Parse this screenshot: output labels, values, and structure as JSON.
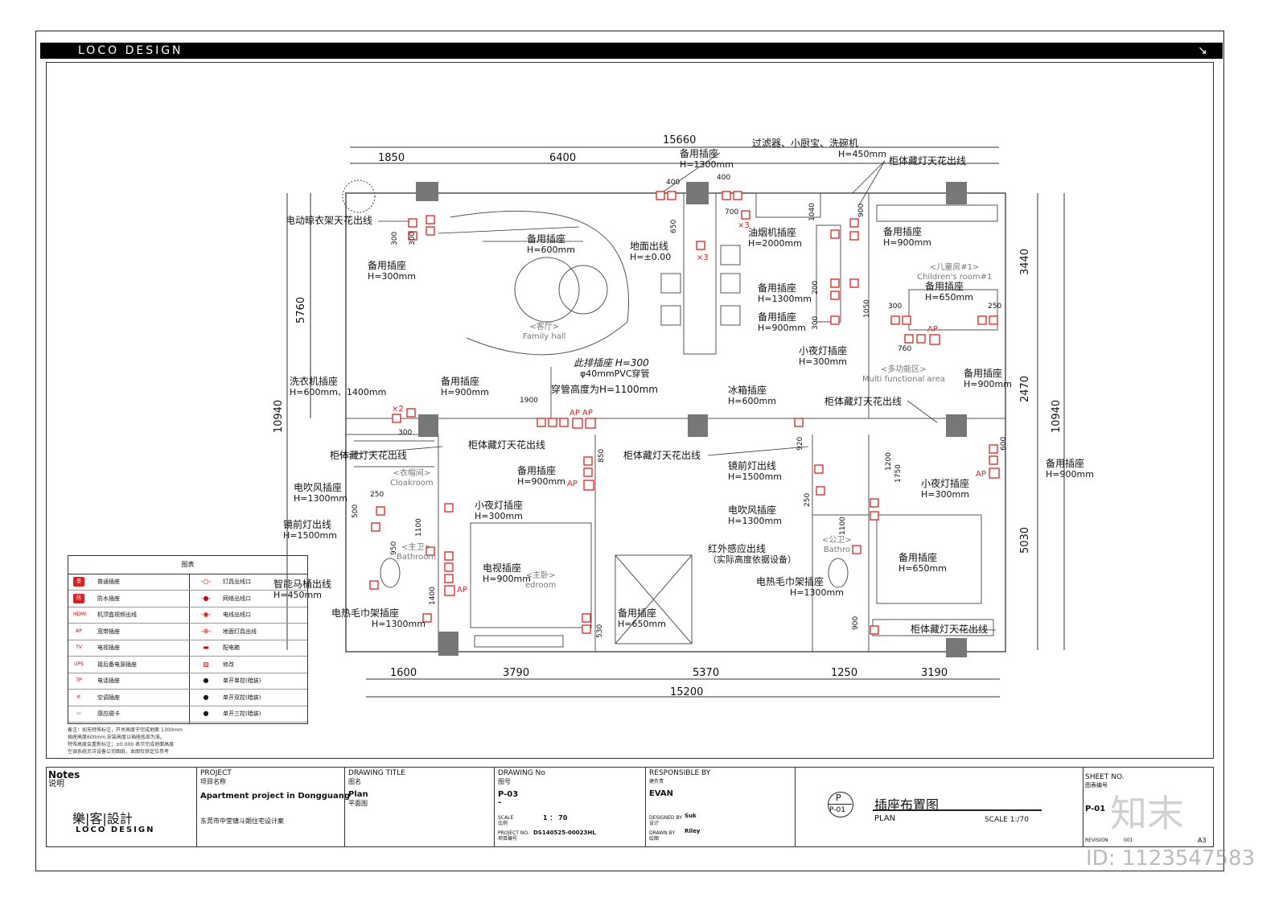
{
  "header": {
    "brand": "LOCO DESIGN",
    "corner_mark": "↘"
  },
  "dimensions": {
    "top_total": "15660",
    "top_segments": [
      "1850",
      "6400"
    ],
    "bottom_total": "15200",
    "bottom_segments": [
      "1600",
      "3790",
      "5370",
      "1250",
      "3190"
    ],
    "left_total": "10940",
    "left_segment": "5760",
    "right_total": "10940",
    "right_segments": [
      "3440",
      "2470",
      "5030"
    ]
  },
  "rooms": {
    "family_hall": {
      "cn": "<客厅>",
      "en": "Family hall"
    },
    "childrens_room": {
      "cn": "<儿童房#1>",
      "en": "Children's room#1"
    },
    "multi_area": {
      "cn": "<多功能区>",
      "en": "Multi functional area"
    },
    "cloakroom": {
      "cn": "<衣帽间>",
      "en": "Cloakroom"
    },
    "master_bath": {
      "cn": "<主卫>",
      "en": "Bathroom"
    },
    "master_bedroom": {
      "cn": "<主卧>",
      "en": "edroom"
    },
    "public_bath": {
      "cn": "<公卫>",
      "en": "Bathro"
    }
  },
  "annotations": [
    {
      "text": "电动晾衣架天花出线",
      "h": ""
    },
    {
      "text": "备用插座",
      "h": "H=300mm"
    },
    {
      "text": "备用插座",
      "h": "H=600mm"
    },
    {
      "text": "备用插座",
      "h": "H=1300mm"
    },
    {
      "text": "地面出线",
      "h": "H=±0.00"
    },
    {
      "text": "过滤器、小厨宝、洗碗机",
      "h": "H=450mm"
    },
    {
      "text": "油烟机插座",
      "h": "H=2000mm"
    },
    {
      "text": "柜体藏灯天花出线",
      "h": ""
    },
    {
      "text": "备用插座",
      "h": "H=900mm"
    },
    {
      "text": "备用插座",
      "h": "H=1300mm"
    },
    {
      "text": "备用插座",
      "h": "H=900mm"
    },
    {
      "text": "备用插座",
      "h": "H=650mm"
    },
    {
      "text": "小夜灯插座",
      "h": "H=300mm"
    },
    {
      "text": "备用插座",
      "h": "H=900mm"
    },
    {
      "text": "此排插座 H=300",
      "h": "φ40mmPVC穿管"
    },
    {
      "text": "穿管高度为H=1100mm",
      "h": ""
    },
    {
      "text": "洗衣机插座",
      "h": "H=600mm、1400mm"
    },
    {
      "text": "备用插座",
      "h": "H=900mm"
    },
    {
      "text": "冰箱插座",
      "h": "H=600mm"
    },
    {
      "text": "柜体藏灯天花出线",
      "h": ""
    },
    {
      "text": "柜体藏灯天花出线",
      "h": ""
    },
    {
      "text": "柜体藏灯天花出线",
      "h": ""
    },
    {
      "text": "柜体藏灯天花出线",
      "h": ""
    },
    {
      "text": "备用插座",
      "h": "H=900mm"
    },
    {
      "text": "镜前灯出线",
      "h": "H=1500mm"
    },
    {
      "text": "备用插座",
      "h": "H=900mm"
    },
    {
      "text": "电吹风插座",
      "h": "H=1300mm"
    },
    {
      "text": "小夜灯插座",
      "h": "H=300mm"
    },
    {
      "text": "小夜灯插座",
      "h": "H=300mm"
    },
    {
      "text": "电吹风插座",
      "h": "H=1300mm"
    },
    {
      "text": "镜前灯出线",
      "h": "H=1500mm"
    },
    {
      "text": "红外感应出线",
      "h": "（实际高度依据设备）"
    },
    {
      "text": "电视插座",
      "h": "H=900mm"
    },
    {
      "text": "电热毛巾架插座",
      "h": "H=1300mm"
    },
    {
      "text": "备用插座",
      "h": "H=650mm"
    },
    {
      "text": "智能马桶出线",
      "h": "H=450mm"
    },
    {
      "text": "电热毛巾架插座",
      "h": "H=1300mm"
    },
    {
      "text": "备用插座",
      "h": "H=650mm"
    },
    {
      "text": "柜体藏灯天花出线",
      "h": ""
    }
  ],
  "small_dims": [
    "400",
    "400",
    "700",
    "650",
    "1040",
    "900",
    "300",
    "300",
    "200",
    "300",
    "1050",
    "300",
    "250",
    "760",
    "1900",
    "300",
    "250",
    "500",
    "1100",
    "950",
    "850",
    "920",
    "250",
    "1400",
    "530",
    "1200",
    "1750",
    "600",
    "1100",
    "900",
    "×2",
    "×3",
    "×3",
    "AP",
    "AP AP",
    "AP",
    "AP",
    "AP"
  ],
  "legend": {
    "title": "图表",
    "left_items": [
      {
        "sym": "普",
        "label": "普通插座"
      },
      {
        "sym": "防",
        "label": "防水插座"
      },
      {
        "sym": "HDMI",
        "label": "机顶盒视频出线"
      },
      {
        "sym": "AP",
        "label": "宽带插座"
      },
      {
        "sym": "TV",
        "label": "电视插座"
      },
      {
        "sym": "UPS",
        "label": "接后备电源插座"
      },
      {
        "sym": "TP",
        "label": "电话插座"
      },
      {
        "sym": "K",
        "label": "空调插座"
      },
      {
        "sym": "▭",
        "label": "感应磁卡"
      }
    ],
    "right_items": [
      {
        "sym": "-○-",
        "label": "灯具出线口"
      },
      {
        "sym": "-●-",
        "label": "网络出线口"
      },
      {
        "sym": "-◉-",
        "label": "电线出线口"
      },
      {
        "sym": "-⊕-",
        "label": "地面灯具出线"
      },
      {
        "sym": "▬",
        "label": "配电箱"
      },
      {
        "sym": "▨",
        "label": "修改"
      },
      {
        "sym": "●",
        "label": "单开单控(暗装)"
      },
      {
        "sym": "●",
        "label": "单开双控(暗装)"
      },
      {
        "sym": "●",
        "label": "单开三控(暗装)"
      }
    ]
  },
  "notes_text": "备注：如无特殊标注，开关高度于完成地面 1300mm\n插座高度600mm,安装高度以插座底部为准。\n特殊高度会重新标注；±0.000 表示完成地面高度\n空调系统另详设备公司图纸，本图仅供定位参考",
  "title_block": {
    "notes_en": "Notes",
    "notes_cn": "说明",
    "logo_cn": "樂|客|設計",
    "logo_en": "LOCO DESIGN",
    "project_en": "PROJECT",
    "project_cn": "项目名称",
    "project_name": "Apartment project in Dongguang",
    "project_name_cn": "东莞市中堂镇斗朗住宅设计案",
    "drawing_title_en": "DRAWING  TITLE",
    "drawing_title_cn": "图名",
    "drawing_title": "Plan",
    "drawing_title_sub": "平面图",
    "drawing_no_en": "DRAWING No",
    "drawing_no_cn": "图号",
    "drawing_no": "P-03",
    "drawing_no_dash": "-",
    "scale_label": "SCALE",
    "scale_cn": "比例",
    "scale": "1 ： 70",
    "project_no_label": "PROJECT NO.",
    "project_no_cn": "项目编号",
    "project_no": "DS140525-00023HL",
    "responsible_en": "RESPONSIBLE BY",
    "responsible_cn": "建负责",
    "responsible": "EVAN",
    "designed_by_label": "DESIGNED BY",
    "designed_by_cn": "设计",
    "designed_by": "Suk",
    "drawn_by_label": "DRAWN BY",
    "drawn_by_cn": "绘图",
    "drawn_by": "Riley",
    "plan_circle_top": "P",
    "plan_circle_bottom": "P-01",
    "plan_title_cn": "插座布置图",
    "plan_title_en": "PLAN",
    "plan_scale": "SCALE 1:/70",
    "sheet_no_en": "SHEET NO.",
    "sheet_no_cn": "图表编号",
    "sheet_no": "P-01",
    "revision_label": "REVISION",
    "revision": "001",
    "paper": "A3"
  },
  "watermark": {
    "brand": "知末",
    "id": "ID: 1123547583"
  }
}
